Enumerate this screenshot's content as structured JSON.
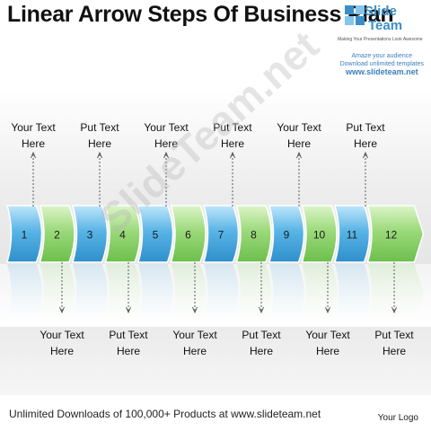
{
  "title": "Linear Arrow Steps Of Business Plan",
  "logo": {
    "slide": "Slide",
    "team": "Team",
    "tagline": "Making Your Presentations Look Awesome"
  },
  "promo": {
    "line1": "Amaze your audience",
    "line2": "Download unlimited templates",
    "url": "www.slideteam.net"
  },
  "watermark": "SlideTeam.net",
  "steps": [
    "1",
    "2",
    "3",
    "4",
    "5",
    "6",
    "7",
    "8",
    "9",
    "10",
    "11",
    "12"
  ],
  "labels_top": [
    {
      "l1": "Your Text",
      "l2": "Here"
    },
    {
      "l1": "Put Text",
      "l2": "Here"
    },
    {
      "l1": "Your Text",
      "l2": "Here"
    },
    {
      "l1": "Put Text",
      "l2": "Here"
    },
    {
      "l1": "Your Text",
      "l2": "Here"
    },
    {
      "l1": "Put Text",
      "l2": "Here"
    }
  ],
  "labels_bottom": [
    {
      "l1": "Your Text",
      "l2": "Here"
    },
    {
      "l1": "Put Text",
      "l2": "Here"
    },
    {
      "l1": "Your Text",
      "l2": "Here"
    },
    {
      "l1": "Put Text",
      "l2": "Here"
    },
    {
      "l1": "Your Text",
      "l2": "Here"
    },
    {
      "l1": "Put Text",
      "l2": "Here"
    }
  ],
  "footer": "Unlimited Downloads of 100,000+ Products at www.slideteam.net",
  "your_logo": "Your Logo",
  "colors": {
    "blue": "#4aa8e0",
    "green": "#8fd36a",
    "accent": "#3a8fc8"
  }
}
